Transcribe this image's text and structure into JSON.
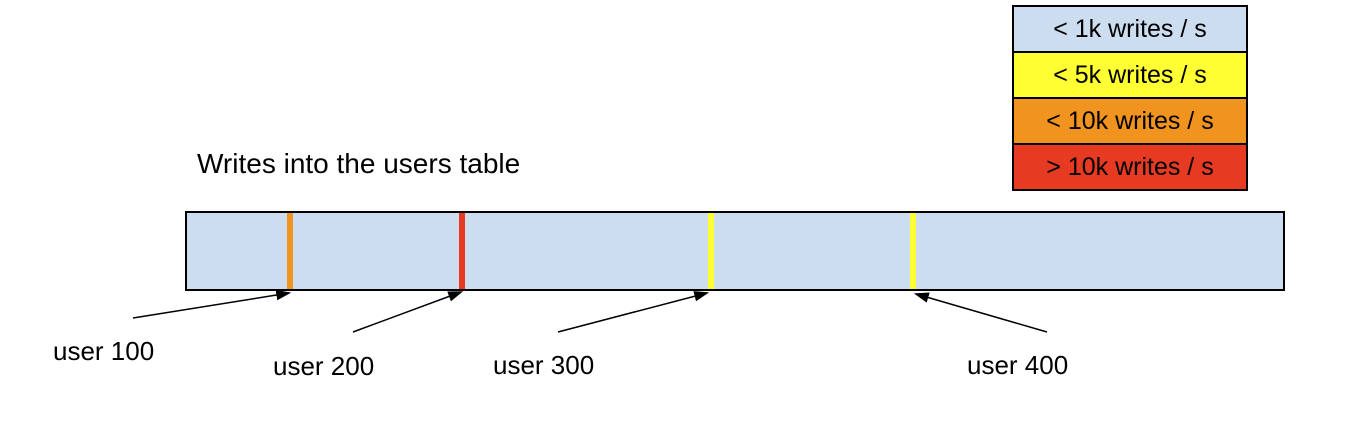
{
  "title": "Writes into the users table",
  "colors": {
    "bar_fill": "#cdddf0",
    "outline": "#000000",
    "lt_1k": "#cdddf0",
    "lt_5k": "#ffff33",
    "lt_10k": "#f0941f",
    "gt_10k": "#e63b22"
  },
  "legend": {
    "items": [
      {
        "label": "< 1k writes / s",
        "color": "#cdddf0"
      },
      {
        "label": "< 5k writes / s",
        "color": "#ffff33"
      },
      {
        "label": "< 10k writes / s",
        "color": "#f0941f"
      },
      {
        "label": "> 10k writes / s",
        "color": "#e63b22"
      }
    ]
  },
  "bar": {
    "fill": "#cdddf0",
    "ticks": [
      {
        "user": "user 100",
        "color": "#f0941f"
      },
      {
        "user": "user 200",
        "color": "#e63b22"
      },
      {
        "user": "user 300",
        "color": "#ffff33"
      },
      {
        "user": "user 400",
        "color": "#ffff33"
      }
    ]
  },
  "annotations": [
    {
      "label": "user 100"
    },
    {
      "label": "user 200"
    },
    {
      "label": "user 300"
    },
    {
      "label": "user 400"
    }
  ]
}
